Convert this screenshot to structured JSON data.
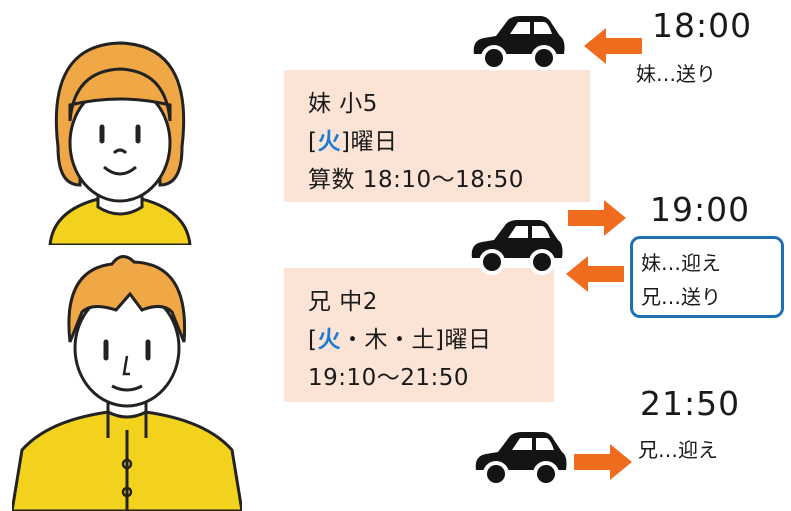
{
  "sister": {
    "card_line1": "妹 小5",
    "day_open": "[",
    "day_tue": "火",
    "day_close": "]曜日",
    "card_line3": "算数 18:10〜18:50"
  },
  "brother": {
    "card_line1": "兄 中2",
    "day_open": "[",
    "day_tue": "火",
    "day_rest": "・木・土]曜日",
    "card_line3": "19:10〜21:50"
  },
  "schedule": [
    {
      "time": "18:00",
      "notes": [
        "妹…送り"
      ]
    },
    {
      "time": "19:00",
      "notes": [
        "妹…迎え",
        "兄…送り"
      ]
    },
    {
      "time": "21:50",
      "notes": [
        "兄…迎え"
      ]
    }
  ],
  "colors": {
    "card_bg": "#fbe3d5",
    "arrow": "#ef6c1f",
    "highlight": "#1f7bd1",
    "box_border": "#1f6fb5"
  },
  "icons": [
    "girl-avatar-icon",
    "boy-avatar-icon",
    "car-icon",
    "arrow-left-icon",
    "arrow-right-icon"
  ]
}
